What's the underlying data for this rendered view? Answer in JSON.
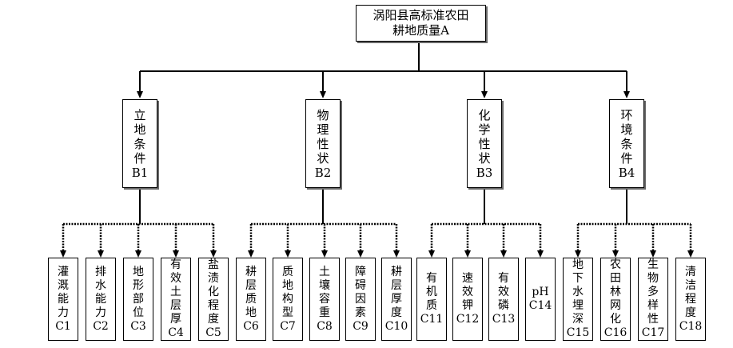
{
  "root": {
    "line1": "涡阳县高标准农田",
    "line2": "耕地质量A"
  },
  "groups": [
    {
      "label": "立\n地\n条\n件\nB1",
      "children": [
        "灌\n溉\n能\n力\nC1",
        "排\n水\n能\n力\nC2",
        "地\n形\n部\n位\nC3",
        "有\n效\n土\n层\n厚\nC4",
        "盐\n渍\n化\n程\n度\nC5"
      ]
    },
    {
      "label": "物\n理\n性\n状\nB2",
      "children": [
        "耕\n层\n质\n地\nC6",
        "质\n地\n构\n型\nC7",
        "土\n壤\n容\n重\nC8",
        "障\n碍\n因\n素\nC9",
        "耕\n层\n厚\n度\nC10"
      ]
    },
    {
      "label": "化\n学\n性\n状\nB3",
      "children": [
        "有\n机\n质\nC11",
        "速\n效\n钾\nC12",
        "有\n效\n磷\nC13",
        "pH\nC14"
      ]
    },
    {
      "label": "环\n境\n条\n件\nB4",
      "children": [
        "地\n下\n水\n埋\n深\nC15",
        "农\n田\n林\n网\n化\nC16",
        "生\n物\n多\n样\n性\nC17",
        "清\n洁\n程\n度\nC18"
      ]
    }
  ]
}
